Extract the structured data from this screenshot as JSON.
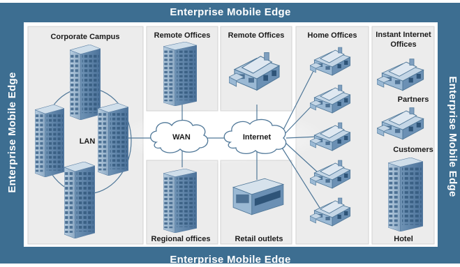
{
  "diagram": {
    "band_label": "Enterprise Mobile Edge",
    "colors": {
      "band": "#3d6e91",
      "panel": "#ececec",
      "building_face": "#9bb6cf",
      "building_side": "#5f86aa",
      "building_roof": "#c9d8e6",
      "line": "#4f7798"
    },
    "panels": [
      {
        "label": "Corporate Campus"
      },
      {
        "label": "Remote Offices"
      },
      {
        "label": "Remote Offices"
      },
      {
        "label": "Home Offices"
      },
      {
        "label": "Instant Internet",
        "label2": "Offices"
      },
      {
        "label": "Regional offices"
      },
      {
        "label": "Retail outlets"
      }
    ],
    "clouds": [
      {
        "label": "WAN"
      },
      {
        "label": "Internet"
      }
    ],
    "node_labels": {
      "lan": "LAN",
      "partners": "Partners",
      "customers": "Customers",
      "hotel": "Hotel"
    }
  }
}
